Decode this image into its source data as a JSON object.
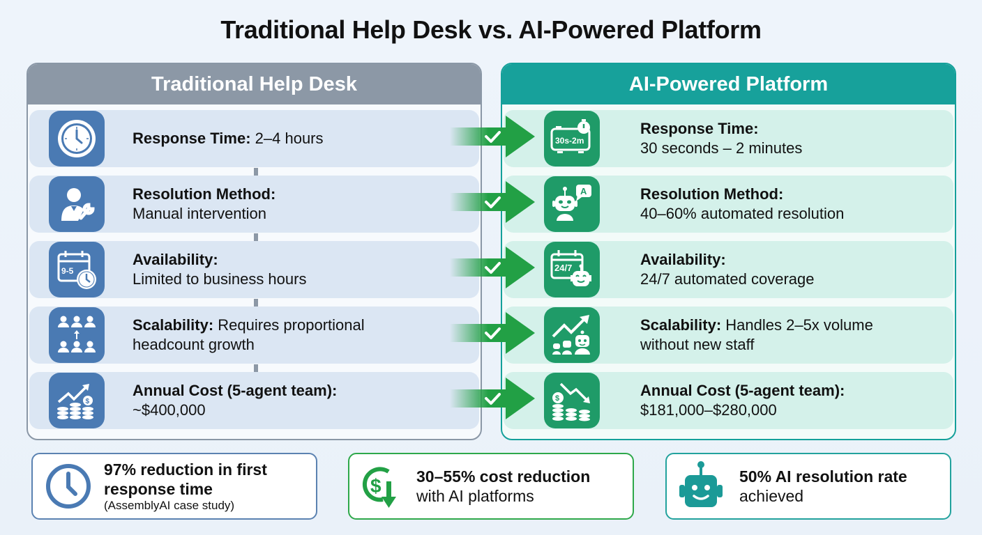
{
  "title": "Traditional Help Desk vs. AI-Powered Platform",
  "colors": {
    "traditional_header": "#8c98a6",
    "traditional_icon": "#4a7ab3",
    "traditional_row": "#dbe6f3",
    "ai_header": "#17a19b",
    "ai_icon": "#1f9b68",
    "ai_row": "#d4f1ea",
    "arrow_green": "#22a045"
  },
  "traditional": {
    "header": "Traditional Help Desk",
    "rows": [
      {
        "icon": "clock-icon",
        "label": "Response Time:",
        "value": " 2–4 hours"
      },
      {
        "icon": "technician-wrench-icon",
        "label": "Resolution Method:",
        "value": "Manual intervention"
      },
      {
        "icon": "calendar-clock-icon",
        "icon_text": "9-5",
        "label": "Availability:",
        "value": "Limited to business hours"
      },
      {
        "icon": "team-growth-icon",
        "label": "Scalability:",
        "value": " Requires proportional",
        "value2": "headcount growth"
      },
      {
        "icon": "rising-cost-coins-icon",
        "label": "Annual Cost (5-agent team):",
        "value": "~$400,000"
      }
    ]
  },
  "ai": {
    "header": "AI-Powered Platform",
    "rows": [
      {
        "icon": "timer-icon",
        "icon_text": "30s-2m",
        "label": "Response Time:",
        "value": "30 seconds – 2 minutes"
      },
      {
        "icon": "robot-chat-icon",
        "icon_text": "A",
        "label": "Resolution Method:",
        "value": "40–60% automated resolution"
      },
      {
        "icon": "calendar-robot-icon",
        "icon_text": "24/7",
        "label": "Availability:",
        "value": "24/7 automated coverage"
      },
      {
        "icon": "robots-growth-icon",
        "label": "Scalability:",
        "value": " Handles 2–5x volume",
        "value2": "without new staff"
      },
      {
        "icon": "falling-cost-coins-icon",
        "label": "Annual Cost (5-agent team):",
        "value": "$181,000–$280,000"
      }
    ]
  },
  "stats": [
    {
      "icon": "clock-icon",
      "bold": "97% reduction in first response time",
      "bold1": "97% reduction in first",
      "bold2": "response time",
      "sub": "(AssemblyAI case study)",
      "color": "#4a7ab3"
    },
    {
      "icon": "dollar-down-icon",
      "bold": "30–55% cost reduction",
      "sub": "with AI platforms",
      "color": "#22a045"
    },
    {
      "icon": "robot-icon",
      "bold": "50% AI resolution rate",
      "sub": "achieved",
      "color": "#1b9a97"
    }
  ]
}
